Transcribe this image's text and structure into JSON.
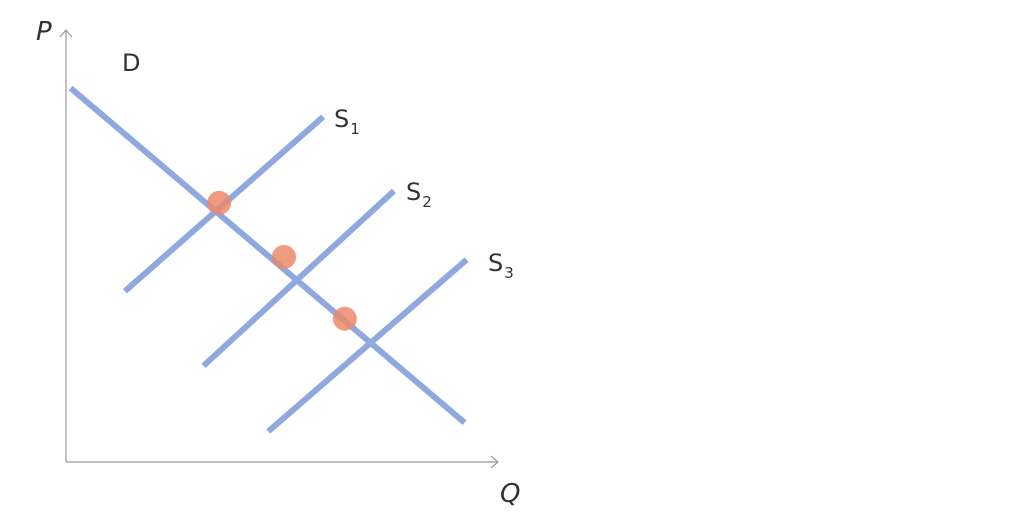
{
  "colors": {
    "axis": "#9a9a9a",
    "curve": "#8fa8e0",
    "equilibrium": "#ec8a6a",
    "text": "#333333"
  },
  "axes": {
    "x_label": "Q",
    "y_label": "P"
  },
  "demand": {
    "label": "D",
    "from": [
      0.12,
      9.52
    ],
    "to": [
      10.15,
      1.0
    ]
  },
  "supply": [
    {
      "label": "S",
      "subscript": "1",
      "from": [
        1.5,
        4.35
      ],
      "to": [
        6.55,
        8.79
      ]
    },
    {
      "label": "S",
      "subscript": "2",
      "from": [
        3.5,
        2.45
      ],
      "to": [
        8.35,
        6.9
      ]
    },
    {
      "label": "S",
      "subscript": "3",
      "from": [
        5.15,
        0.78
      ],
      "to": [
        10.2,
        5.15
      ]
    }
  ],
  "equilibria": [
    {
      "q": 3.9,
      "p": 6.6
    },
    {
      "q": 5.55,
      "p": 5.22
    },
    {
      "q": 7.1,
      "p": 3.65
    }
  ]
}
